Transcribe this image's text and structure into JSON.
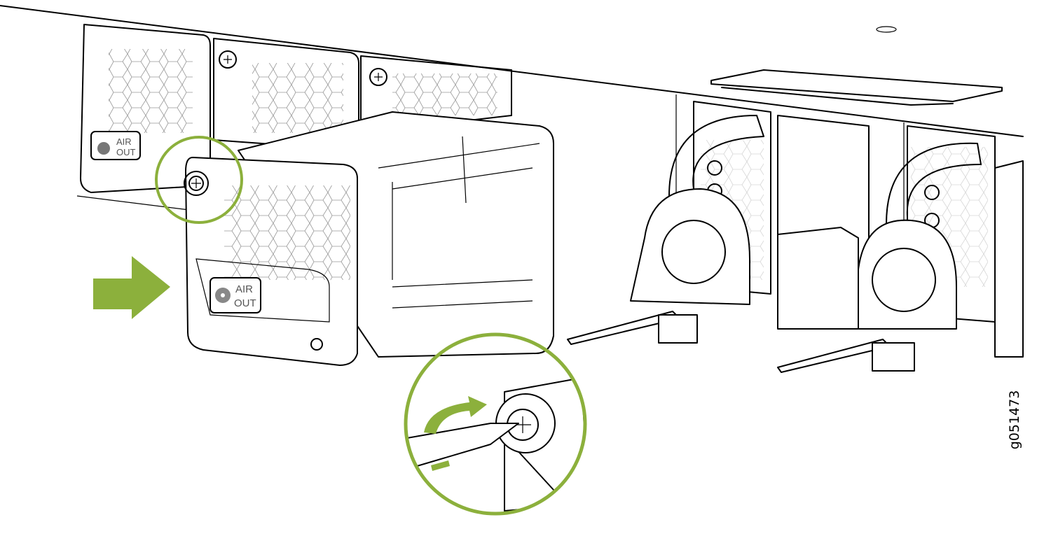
{
  "figure": {
    "id": "g051473",
    "fan_label_line1": "AIR",
    "fan_label_line2": "OUT",
    "accent_color": "#8cb03c"
  }
}
